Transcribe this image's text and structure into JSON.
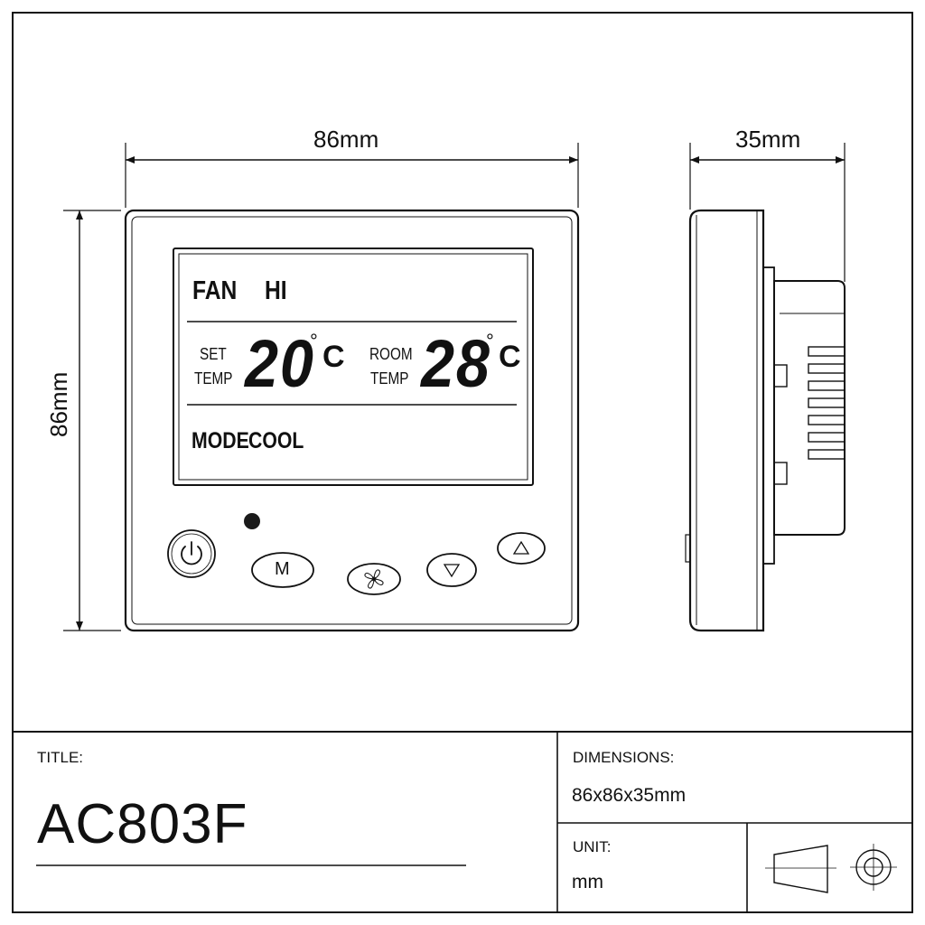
{
  "dimensions": {
    "front_width": "86mm",
    "front_height": "86mm",
    "side_depth": "35mm"
  },
  "display": {
    "fan_label": "FAN",
    "fan_value": "HI",
    "set_label_line1": "SET",
    "set_label_line2": "TEMP",
    "set_value": "20",
    "set_unit_degree": "°",
    "set_unit_c": "C",
    "room_label_line1": "ROOM",
    "room_label_line2": "TEMP",
    "room_value": "28",
    "room_unit_degree": "°",
    "room_unit_c": "C",
    "mode_label": "MODE",
    "mode_value": "COOL"
  },
  "buttons": {
    "power_icon": "power-icon",
    "mode_label": "M",
    "fan_icon": "fan-icon",
    "down_icon": "triangle-down-icon",
    "up_icon": "triangle-up-icon",
    "indicator": "indicator-led"
  },
  "title_block": {
    "title_label": "TITLE:",
    "title_value": "AC803F",
    "dimensions_label": "DIMENSIONS:",
    "dimensions_value": "86x86x35mm",
    "unit_label": "UNIT:",
    "unit_value": "mm",
    "projection_symbol": "first-angle-projection-icon"
  },
  "colors": {
    "line": "#111111",
    "background": "#ffffff",
    "led": "#1a1a1a"
  }
}
